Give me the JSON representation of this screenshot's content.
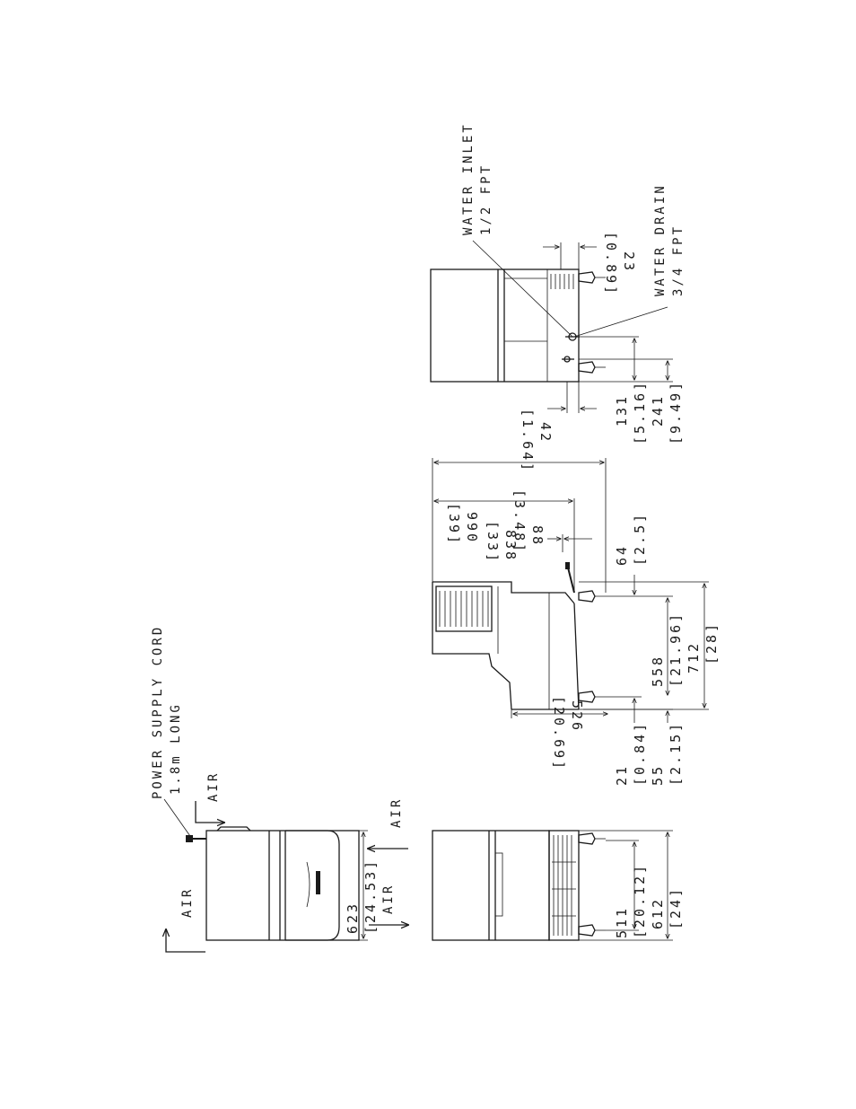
{
  "callouts": {
    "power_cord_1": "POWER SUPPLY CORD",
    "power_cord_2": "1.8m LONG",
    "water_inlet_1": "WATER INLET",
    "water_inlet_2": "1/2 FPT",
    "water_drain_1": "WATER DRAIN",
    "water_drain_2": "3/4 FPT",
    "air": "AIR"
  },
  "dimensions": {
    "d623": "623",
    "d623_in": "[24.53]",
    "d511": "511",
    "d511_in": "[20.12]",
    "d612": "612",
    "d612_in": "[24]",
    "d21": "21",
    "d21_in": "[0.84]",
    "d55": "55",
    "d55_in": "[2.15]",
    "d526": "526",
    "d526_in": "[20.69]",
    "d558": "558",
    "d558_in": "[21.96]",
    "d712": "712",
    "d712_in": "[28]",
    "d64": "64",
    "d64_in": "[2.5]",
    "d88": "88",
    "d88_in": "[3.48]",
    "d838": "838",
    "d838_in": "[33]",
    "d990": "990",
    "d990_in": "[39]",
    "d42": "42",
    "d42_in": "[1.64]",
    "d131": "131",
    "d131_in": "[5.16]",
    "d241": "241",
    "d241_in": "[9.49]",
    "d23": "23",
    "d23_in": "[0.89]"
  }
}
